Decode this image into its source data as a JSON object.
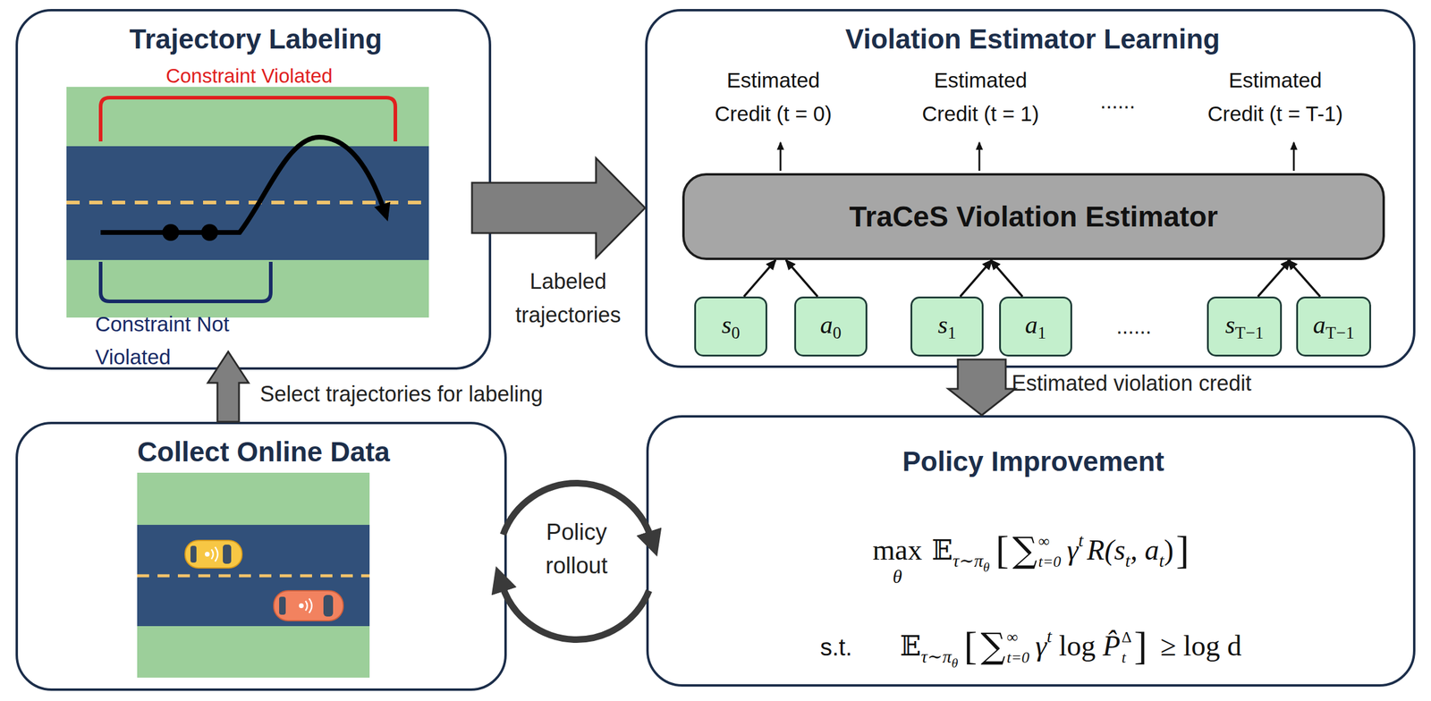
{
  "diagram": {
    "nodes": [
      {
        "text": [
          "Trajectory Labeling",
          "Constraint Violated",
          "Constraint Not Violated"
        ]
      },
      {
        "text": [
          "Violation Estimator Learning",
          "Estimated Credit (t = 0)",
          "Estimated Credit (t = 1)",
          "......",
          "Estimated Credit (t = T-1)",
          "......"
        ]
      },
      {
        "text": [
          "TraCeS Violation Estimator"
        ],
        "in": 1
      },
      {
        "text": [
          "s0"
        ],
        "in": 1
      },
      {
        "text": [
          "a0"
        ],
        "in": 1
      },
      {
        "text": [
          "s1"
        ],
        "in": 1
      },
      {
        "text": [
          "a1"
        ],
        "in": 1
      },
      {
        "text": [
          "sT−1"
        ],
        "in": 1
      },
      {
        "text": [
          "aT−1"
        ],
        "in": 1
      },
      {
        "text": [
          "Collect Online Data"
        ]
      },
      {
        "text": [
          "Policy Improvement",
          "max",
          "θ",
          "𝔼",
          "τ∼π",
          "θ",
          "[",
          "∑",
          "∞",
          "t=0",
          "γ",
          "t",
          "R(s",
          "t",
          ", a",
          "t",
          ")",
          "]",
          "s.t.",
          "𝔼",
          "τ∼π",
          "θ",
          "[",
          "∑",
          "∞",
          "t=0",
          "γ",
          "t",
          "log",
          "P̂",
          "Δ",
          "t",
          "]",
          "≥ log d"
        ]
      }
    ],
    "edges": [
      {
        "from": 0,
        "to": 1,
        "arrow": "to",
        "label": "Labeled trajectories"
      },
      {
        "from": 3,
        "to": 2,
        "arrow": "to"
      },
      {
        "from": 4,
        "to": 2,
        "arrow": "to"
      },
      {
        "from": 5,
        "to": 2,
        "arrow": "to"
      },
      {
        "from": 6,
        "to": 2,
        "arrow": "to"
      },
      {
        "from": 7,
        "to": 2,
        "arrow": "to"
      },
      {
        "from": 8,
        "to": 2,
        "arrow": "to"
      },
      {
        "from": 1,
        "to": 10,
        "arrow": "to",
        "label": "Estimated violation credit"
      },
      {
        "from": 9,
        "to": 0,
        "arrow": "to",
        "label": "Select trajectories for labeling"
      },
      {
        "from": 9,
        "to": 10,
        "arrow": "both",
        "label": "Policy rollout"
      }
    ]
  }
}
